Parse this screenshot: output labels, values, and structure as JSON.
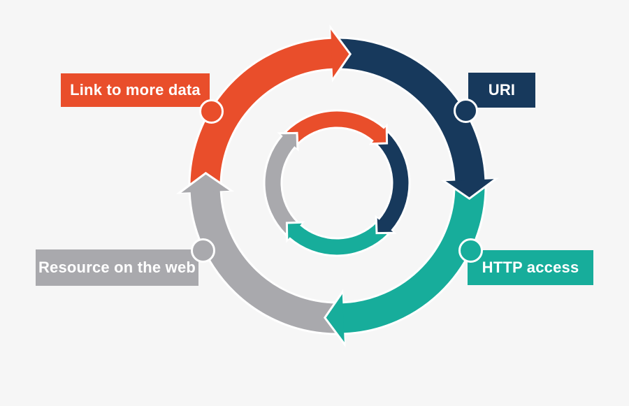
{
  "background_color": "#F6F6F6",
  "colors": {
    "orange": "#E94E2B",
    "navy": "#17395C",
    "teal": "#17AD9B",
    "gray": "#A9A9AD",
    "outline_white": "#FFFFFF",
    "label_text": "#FFFFFF"
  },
  "cycle": {
    "direction": "clockwise",
    "steps": [
      {
        "label": "Link to more data",
        "color_key": "orange",
        "position": "top-left"
      },
      {
        "label": "URI",
        "color_key": "navy",
        "position": "top-right"
      },
      {
        "label": "HTTP access",
        "color_key": "teal",
        "position": "bottom-right"
      },
      {
        "label": "Resource on the web",
        "color_key": "gray",
        "position": "bottom-left"
      }
    ]
  }
}
